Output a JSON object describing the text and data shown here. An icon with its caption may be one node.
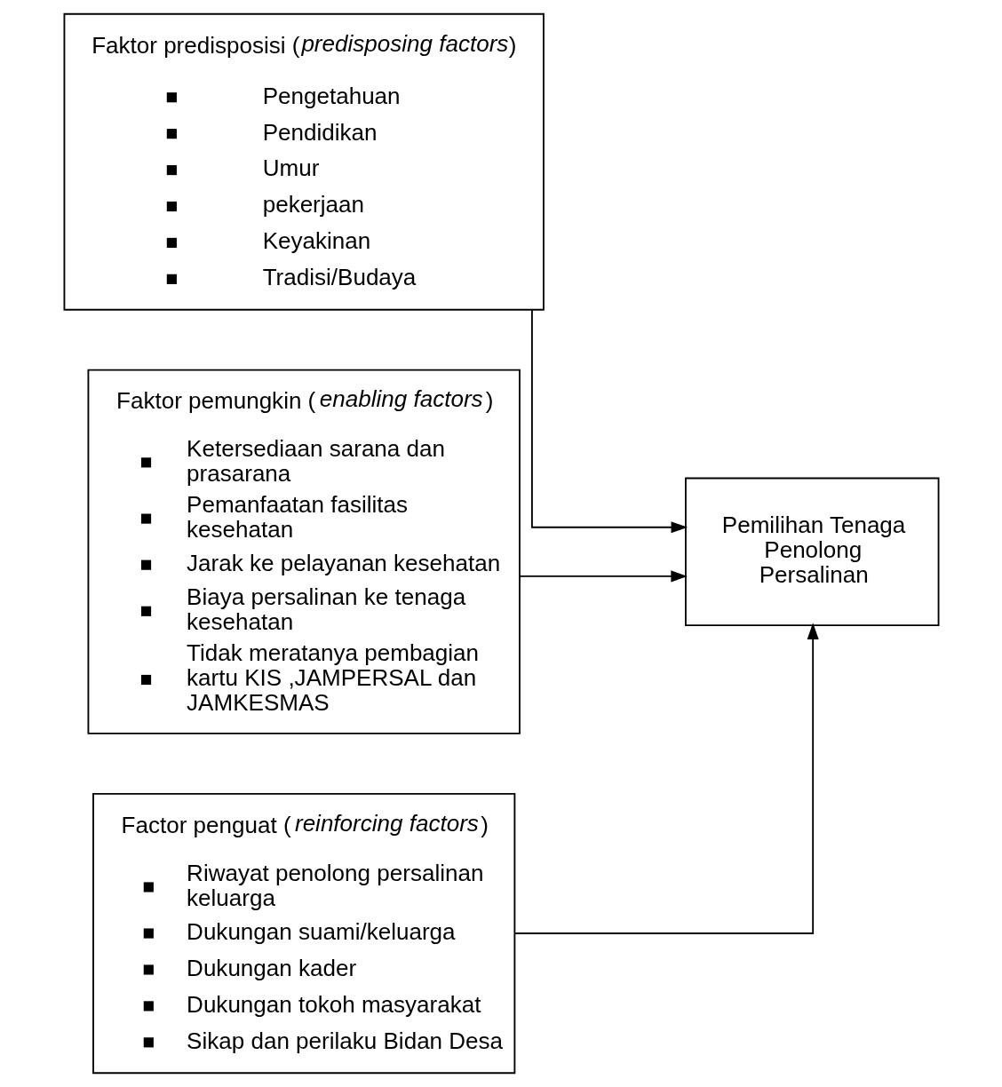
{
  "diagram": {
    "nodes": [
      {
        "text": [
          "Faktor predisposisi (*predisposing factors*)",
          "Pengetahuan",
          "Pendidikan",
          "Umur",
          "pekerjaan",
          "Keyakinan",
          "Tradisi/Budaya"
        ]
      },
      {
        "text": [
          "Faktor pemungkin (*enabling factors*)",
          "Ketersediaan sarana dan prasarana",
          "Pemanfaatan fasilitas kesehatan",
          "Jarak ke pelayanan kesehatan",
          "Biaya persalinan ke tenaga kesehatan",
          "Tidak meratanya pembagian kartu KIS ,JAMPERSAL dan JAMKESMAS"
        ]
      },
      {
        "text": [
          "Factor penguat (*reinforcing factors*)",
          "Riwayat penolong persalinan keluarga",
          "Dukungan suami/keluarga",
          "Dukungan kader",
          "Dukungan tokoh masyarakat",
          "Sikap dan perilaku Bidan Desa"
        ]
      },
      {
        "text": [
          "Pemilihan Tenaga Penolong Persalinan"
        ]
      }
    ],
    "edges": [
      {
        "from": 0,
        "to": 3,
        "arrow": "to"
      },
      {
        "from": 1,
        "to": 3,
        "arrow": "to"
      },
      {
        "from": 2,
        "to": 3,
        "arrow": "to"
      }
    ]
  }
}
